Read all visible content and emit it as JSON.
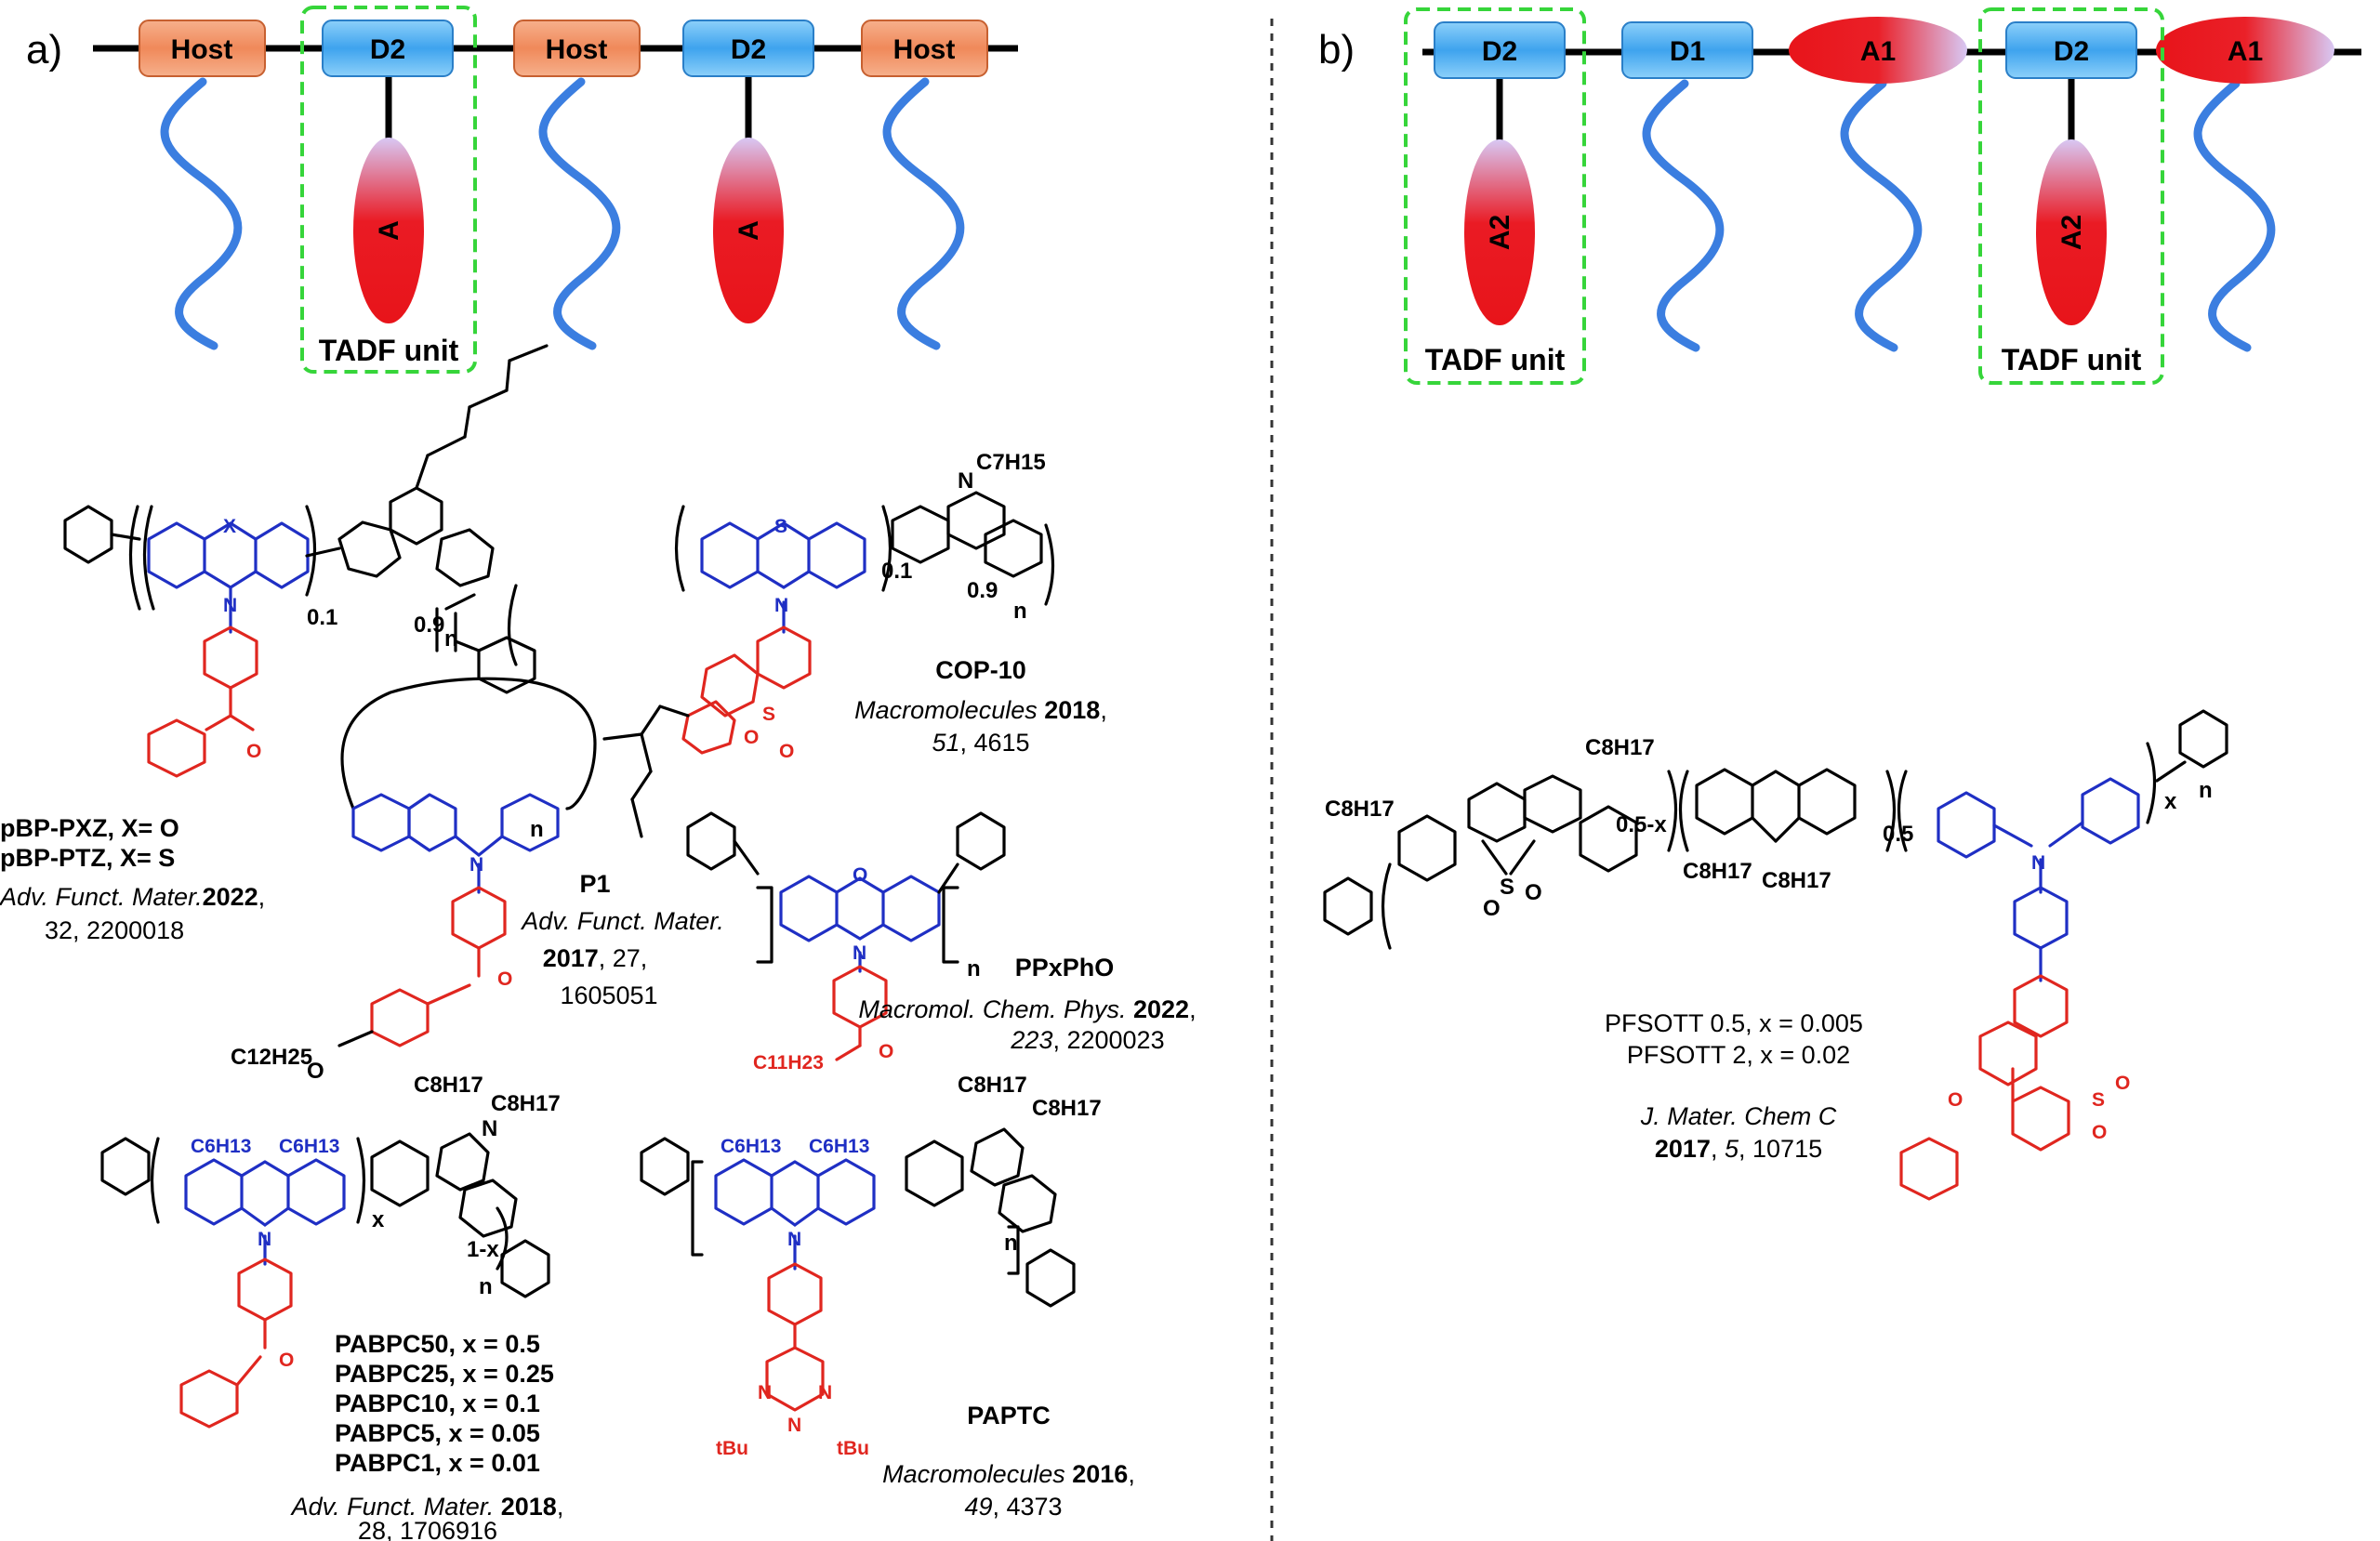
{
  "panels": {
    "a": {
      "label": "a)",
      "chain": [
        "Host",
        "D2",
        "Host",
        "D2",
        "Host"
      ],
      "acceptor_label": "A",
      "tadf_label": "TADF unit"
    },
    "b": {
      "label": "b)",
      "chain": [
        "D2",
        "D1",
        "A1",
        "D2",
        "A1"
      ],
      "acceptor_label": "A2",
      "tadf_label": "TADF unit"
    }
  },
  "molecules": {
    "pbp": {
      "name1": "pBP-PXZ, X= O",
      "name2": "pBP-PTZ, X= S",
      "journal": "Adv. Funct. Mater.",
      "year": "2022",
      "ref_tail": ",",
      "ref2": "32, 2200018",
      "X": "X",
      "N": "N",
      "sub01": "0.1",
      "sub09": "0.9",
      "n": "n",
      "O": "O"
    },
    "cop": {
      "name": "COP-10",
      "journal": "Macromolecules",
      "year": "2018",
      "vol": "51",
      "page": ", 4615",
      "comma": ",",
      "S": "S",
      "N": "N",
      "C7H15": "C7H15",
      "sub01": "0.1",
      "sub09": "0.9",
      "n": "n",
      "SO2": "S",
      "O": "O"
    },
    "p1": {
      "name": "P1",
      "journal": "Adv. Funct. Mater.",
      "line2_year": "2017",
      "line2_rest": ", 27,",
      "line3": "1605051",
      "n": "n",
      "N": "N",
      "O": "O",
      "C12H25": "C12H25"
    },
    "ppx": {
      "name": "PPxPhO",
      "journal": "Macromol. Chem. Phys.",
      "year": "2022",
      "vol": "223",
      "page": ", 2200023",
      "O": "O",
      "N": "N",
      "n": "n",
      "C11H23": "C11H23"
    },
    "pabpc": {
      "names": [
        "PABPC50, x = 0.5",
        "PABPC25, x = 0.25",
        "PABPC10, x = 0.1",
        "PABPC5, x = 0.05",
        "PABPC1, x = 0.01"
      ],
      "journal": "Adv. Funct. Mater.",
      "year": "2018",
      "ref2": "28, 1706916",
      "C6H13a": "C6H13",
      "C6H13b": "C6H13",
      "C8H17a": "C8H17",
      "C8H17b": "C8H17",
      "x": "x",
      "onex": "1-x",
      "n": "n",
      "N1": "N",
      "N2": "N",
      "O": "O"
    },
    "paptc": {
      "name": "PAPTC",
      "journal": "Macromolecules",
      "year": "2016",
      "vol": "49",
      "page": ", 4373",
      "C6H13a": "C6H13",
      "C6H13b": "C6H13",
      "C8H17a": "C8H17",
      "C8H17b": "C8H17",
      "tBu1": "tBu",
      "tBu2": "tBu",
      "N": "N",
      "n": "n"
    },
    "pfsott": {
      "name1": "PFSOTT 0.5, x = 0.005",
      "name2": "PFSOTT 2, x = 0.02",
      "journal": "J. Mater. Chem C",
      "year": "2017",
      "vol": "5",
      "page": ", 10715",
      "C8H17": [
        "C8H17",
        "C8H17",
        "C8H17",
        "C8H17"
      ],
      "sub05x": "0.5-x",
      "sub05": "0.5",
      "x": "x",
      "n": "n",
      "N": "N",
      "S": "S",
      "O": "O"
    }
  },
  "colors": {
    "host_box": "#f08a5c",
    "donor_box": "#4aa8ee",
    "acceptor_dark": "#e8141a",
    "acceptor_light": "#d7c8f0",
    "side_chain": "#3b7ee0",
    "tadf_border": "#36d53a",
    "donor_struct": "#1f2fc4",
    "acceptor_struct": "#e0261f"
  }
}
